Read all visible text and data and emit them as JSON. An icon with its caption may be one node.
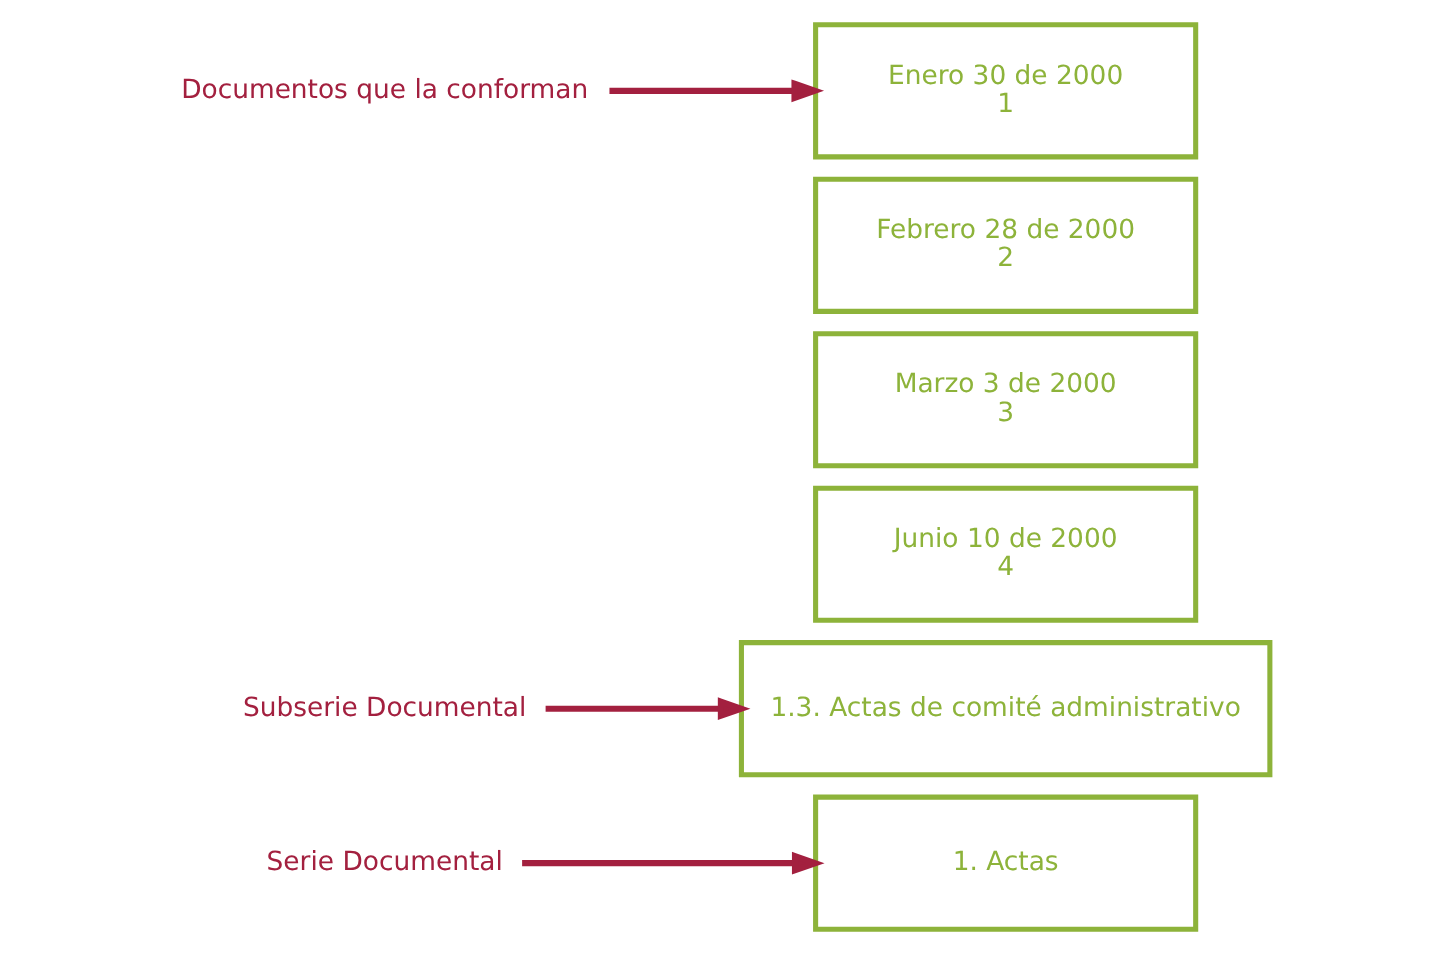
{
  "diagram": {
    "nodes": [
      {
        "text": [
          "Documentos que la conforman"
        ]
      },
      {
        "text": [
          "Enero 30 de 2000",
          "1"
        ]
      },
      {
        "text": [
          "Febrero 28 de 2000",
          "2"
        ]
      },
      {
        "text": [
          "Marzo 3 de 2000",
          "3"
        ]
      },
      {
        "text": [
          "Junio 10 de 2000",
          "4"
        ]
      },
      {
        "text": [
          "1.3. Actas de comité administrativo"
        ]
      },
      {
        "text": [
          "Serie Documental"
        ]
      },
      {
        "text": [
          "1. Actas"
        ]
      },
      {
        "text": [
          "Subserie Documental"
        ]
      }
    ],
    "edges": [
      {
        "from": 0,
        "to": 1,
        "arrow": "to"
      },
      {
        "from": 6,
        "to": 7,
        "arrow": "to"
      },
      {
        "from": 8,
        "to": 5,
        "arrow": "to"
      }
    ]
  }
}
